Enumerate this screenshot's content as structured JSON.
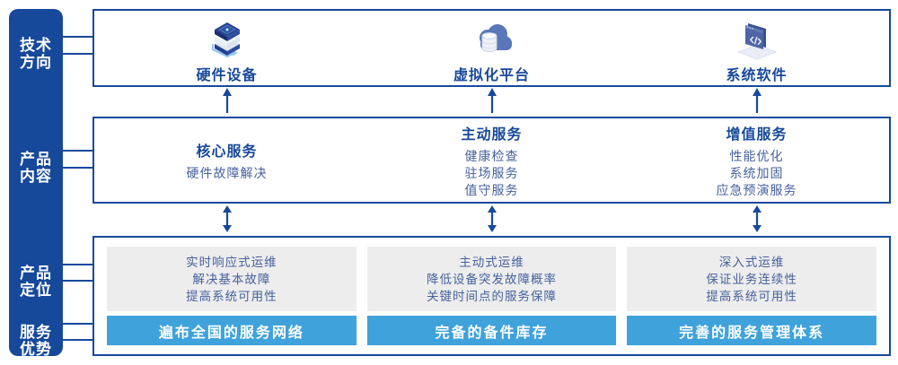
{
  "colors": {
    "navy": "#17499B",
    "accent_blue": "#3FA2DB",
    "panel_gray": "#EDEDED",
    "body_text_blue": "#46619E",
    "white": "#FFFFFF"
  },
  "sidebar": {
    "labels": [
      {
        "id": "tech-direction",
        "text": "技术\n方向"
      },
      {
        "id": "product-content",
        "text": "产品\n内容"
      },
      {
        "id": "product-position",
        "text": "产品\n定位"
      },
      {
        "id": "service-advantage",
        "text": "服务\n优势"
      }
    ]
  },
  "tech_row": {
    "items": [
      {
        "label": "硬件设备",
        "icon": "server-stack-icon"
      },
      {
        "label": "虚拟化平台",
        "icon": "cloud-database-icon"
      },
      {
        "label": "系统软件",
        "icon": "code-window-icon"
      }
    ]
  },
  "content_row": {
    "columns": [
      {
        "title": "核心服务",
        "items": [
          "硬件故障解决"
        ]
      },
      {
        "title": "主动服务",
        "items": [
          "健康检查",
          "驻场服务",
          "值守服务"
        ]
      },
      {
        "title": "增值服务",
        "items": [
          "性能优化",
          "系统加固",
          "应急预演服务"
        ]
      }
    ]
  },
  "bottom_row": {
    "columns": [
      {
        "positioning": [
          "实时响应式运维",
          "解决基本故障",
          "提高系统可用性"
        ],
        "advantage": "遍布全国的服务网络"
      },
      {
        "positioning": [
          "主动式运维",
          "降低设备突发故障概率",
          "关键时间点的服务保障"
        ],
        "advantage": "完备的备件库存"
      },
      {
        "positioning": [
          "深入式运维",
          "保证业务连续性",
          "提高系统可用性"
        ],
        "advantage": "完善的服务管理体系"
      }
    ]
  }
}
